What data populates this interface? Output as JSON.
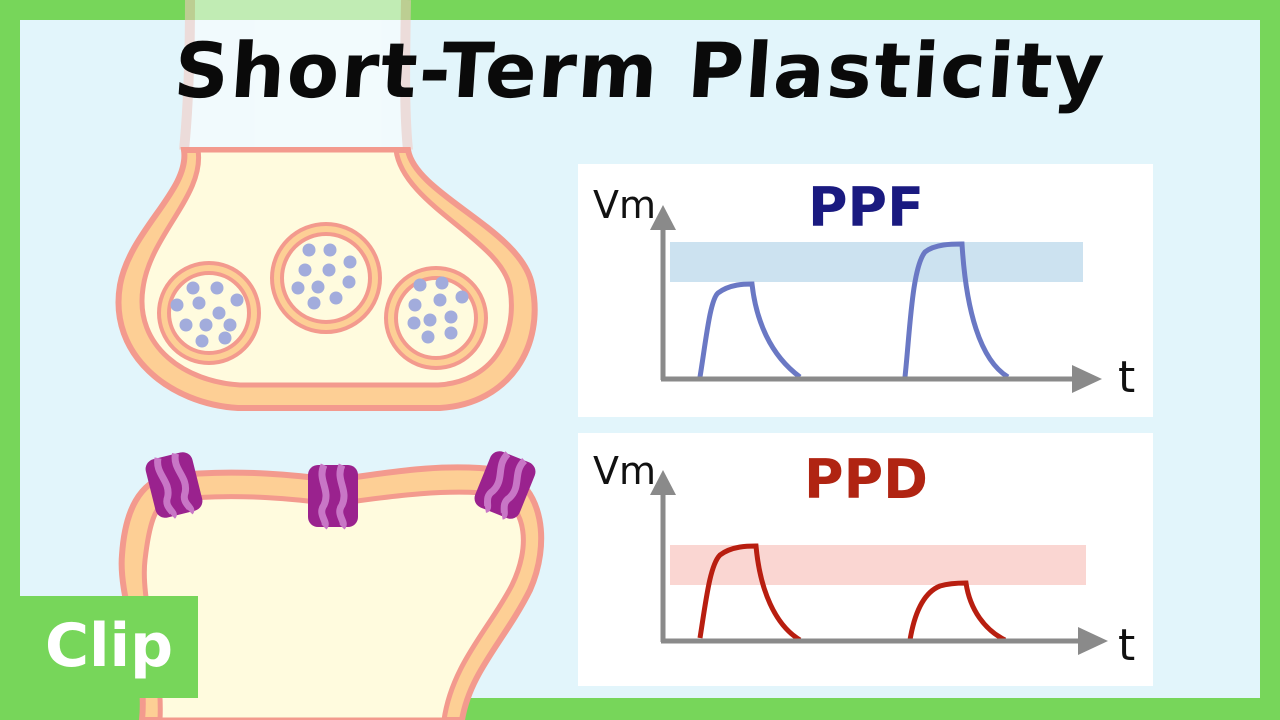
{
  "title": "Short-Term Plasticity",
  "badge": "Clip",
  "charts": [
    {
      "label": "PPF",
      "label_color": "#1a1a80",
      "trace_color": "#6a78c4",
      "band_color": "#cce2f0",
      "y_axis": "Vm",
      "x_axis": "t"
    },
    {
      "label": "PPD",
      "label_color": "#b02412",
      "trace_color": "#b81e10",
      "band_color": "#fad6d2",
      "y_axis": "Vm",
      "x_axis": "t"
    }
  ],
  "colors": {
    "border": "#77d65a",
    "background": "#e2f5fb",
    "membrane": "#f39a8e",
    "membrane_fill": "#fdcf95",
    "cytoplasm": "#fffbde",
    "vesicle_dot": "#a2acdc",
    "receptor": "#9a228e",
    "axis": "#8a8a8a"
  }
}
